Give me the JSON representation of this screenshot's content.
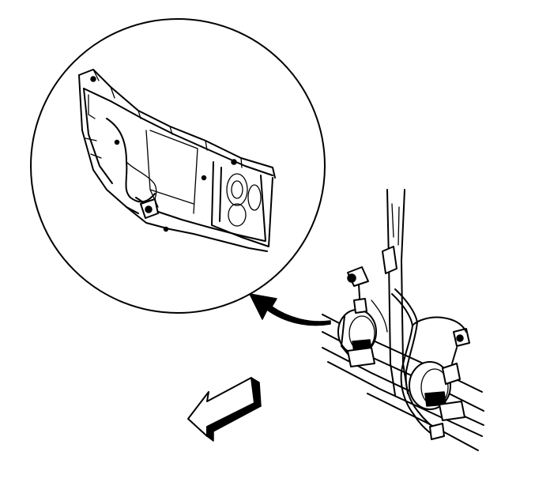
{
  "diagram": {
    "subject": "radiator-support-with-horns",
    "detail_view": "zoom-circle-radiator-support",
    "callout_arrow": "curved-arrow-pointing-to-detail",
    "direction_indicator": "front-of-vehicle-arrow",
    "colors": {
      "line": "#000000",
      "background": "#ffffff"
    }
  }
}
